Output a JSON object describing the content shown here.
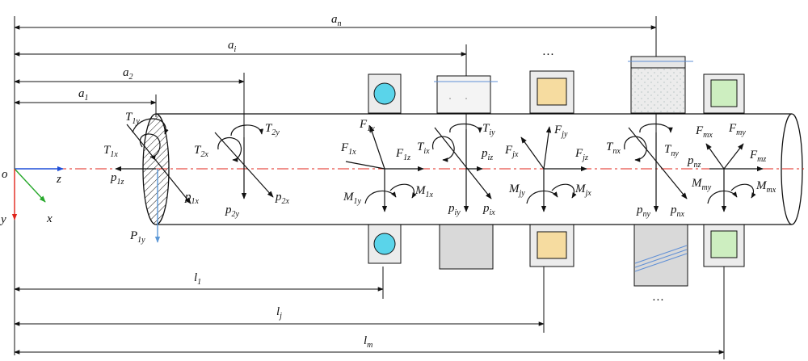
{
  "colors": {
    "axis_z": "#1f4fd8",
    "axis_x": "#27a82b",
    "axis_y": "#e0241b",
    "centerline": "#e0241b",
    "ball": "#5ad4ea",
    "roller_yellow": "#f6dca0",
    "roller_green": "#cdeec0",
    "gear_gray": "#d9d9d9",
    "helix": "#5f8fd6",
    "P1y_arrow": "#5b97d6"
  },
  "origin": {
    "o": "o",
    "z": "z",
    "x": "x",
    "y": "y"
  },
  "ellipsis_top": "…",
  "ellipsis_bottom": "…",
  "dimensions_top": [
    {
      "base": "a",
      "sub": "n"
    },
    {
      "base": "a",
      "sub": "i"
    },
    {
      "base": "a",
      "sub": "2"
    },
    {
      "base": "a",
      "sub": "1"
    }
  ],
  "dimensions_bottom": [
    {
      "base": "l",
      "sub": "1"
    },
    {
      "base": "l",
      "sub": "j"
    },
    {
      "base": "l",
      "sub": "m"
    }
  ],
  "loads": {
    "s1": {
      "T1y": {
        "b": "T",
        "s": "1y"
      },
      "T1x": {
        "b": "T",
        "s": "1x"
      },
      "p1z": {
        "b": "p",
        "s": "1z"
      },
      "p1x": {
        "b": "p",
        "s": "1x"
      },
      "P1y": {
        "b": "P",
        "s": "1y"
      }
    },
    "s2": {
      "T2y": {
        "b": "T",
        "s": "2y"
      },
      "T2x": {
        "b": "T",
        "s": "2x"
      },
      "p2y": {
        "b": "p",
        "s": "2y"
      },
      "p2x": {
        "b": "p",
        "s": "2x"
      }
    },
    "b1": {
      "F1y": {
        "b": "F",
        "s": "1y"
      },
      "F1x": {
        "b": "F",
        "s": "1x"
      },
      "F1z": {
        "b": "F",
        "s": "1z"
      },
      "M1y": {
        "b": "M",
        "s": "1y"
      },
      "M1x": {
        "b": "M",
        "s": "1x"
      }
    },
    "si": {
      "Tix": {
        "b": "T",
        "s": "ix"
      },
      "Tiy": {
        "b": "T",
        "s": "iy"
      },
      "piz": {
        "b": "p",
        "s": "iz"
      },
      "piy": {
        "b": "p",
        "s": "iy"
      },
      "pix": {
        "b": "p",
        "s": "ix"
      }
    },
    "bj": {
      "Fjx": {
        "b": "F",
        "s": "jx"
      },
      "Fjy": {
        "b": "F",
        "s": "jy"
      },
      "Fjz": {
        "b": "F",
        "s": "jz"
      },
      "Mjy": {
        "b": "M",
        "s": "jy"
      },
      "Mjx": {
        "b": "M",
        "s": "jx"
      }
    },
    "sn": {
      "Tnx": {
        "b": "T",
        "s": "nx"
      },
      "Tny": {
        "b": "T",
        "s": "ny"
      },
      "pny": {
        "b": "p",
        "s": "ny"
      },
      "pnx": {
        "b": "p",
        "s": "nx"
      }
    },
    "bm": {
      "Fmx": {
        "b": "F",
        "s": "mx"
      },
      "Fmy": {
        "b": "F",
        "s": "my"
      },
      "pnz": {
        "b": "p",
        "s": "nz"
      },
      "Fmz": {
        "b": "F",
        "s": "mz"
      },
      "Mmy": {
        "b": "M",
        "s": "my"
      },
      "Mmx": {
        "b": "M",
        "s": "mx"
      }
    }
  }
}
